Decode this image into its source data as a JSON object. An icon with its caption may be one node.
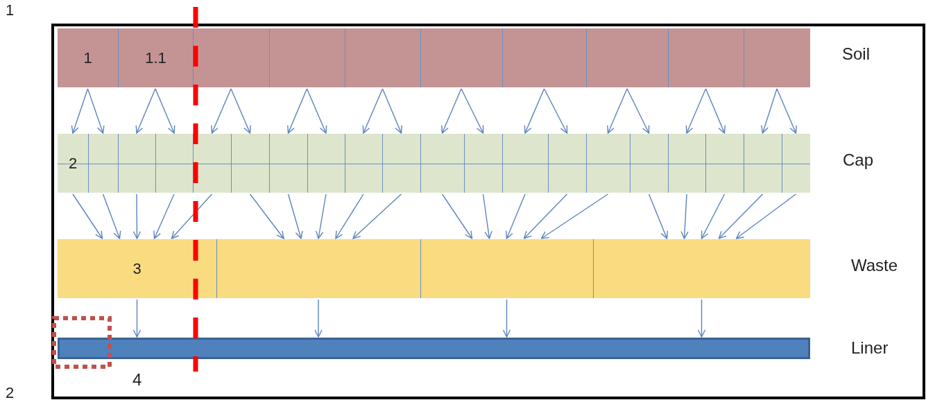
{
  "diagram": {
    "nodes": [
      {
        "text": [],
        "shape": "bar",
        "beside": [
          "Soil"
        ]
      },
      {
        "text": [
          "1"
        ],
        "in": 0
      },
      {
        "text": [
          "1.1"
        ],
        "in": 0
      },
      {
        "text": [],
        "shape": "box",
        "in": 0
      },
      {
        "text": [],
        "shape": "box",
        "in": 0
      },
      {
        "text": [],
        "shape": "box",
        "in": 0
      },
      {
        "text": [],
        "shape": "box",
        "in": 0
      },
      {
        "text": [],
        "shape": "box",
        "in": 0
      },
      {
        "text": [],
        "shape": "box",
        "in": 0
      },
      {
        "text": [],
        "shape": "box",
        "in": 0
      },
      {
        "text": [],
        "shape": "box",
        "in": 0
      },
      {
        "text": [],
        "shape": "bar",
        "beside": [
          "Cap"
        ]
      },
      {
        "text": [
          "2"
        ],
        "in": 11
      },
      {
        "text": [],
        "shape": "box",
        "in": 11
      },
      {
        "text": [],
        "shape": "box",
        "in": 11
      },
      {
        "text": [],
        "shape": "box",
        "in": 11
      },
      {
        "text": [],
        "shape": "box",
        "in": 11
      },
      {
        "text": [],
        "shape": "box",
        "in": 11
      },
      {
        "text": [],
        "shape": "box",
        "in": 11
      },
      {
        "text": [],
        "shape": "box",
        "in": 11
      },
      {
        "text": [],
        "shape": "box",
        "in": 11
      },
      {
        "text": [],
        "shape": "box",
        "in": 11
      },
      {
        "text": [],
        "shape": "box",
        "in": 11
      },
      {
        "text": [],
        "shape": "box",
        "in": 11
      },
      {
        "text": [],
        "shape": "box",
        "in": 11
      },
      {
        "text": [],
        "shape": "box",
        "in": 11
      },
      {
        "text": [],
        "shape": "box",
        "in": 11
      },
      {
        "text": [],
        "shape": "box",
        "in": 11
      },
      {
        "text": [],
        "shape": "box",
        "in": 11
      },
      {
        "text": [],
        "shape": "box",
        "in": 11
      },
      {
        "text": [],
        "shape": "box",
        "in": 11
      },
      {
        "text": [],
        "shape": "box",
        "in": 11
      },
      {
        "text": [],
        "shape": "bar",
        "beside": [
          "Waste"
        ]
      },
      {
        "text": [
          "3"
        ],
        "in": 32
      },
      {
        "text": [],
        "shape": "box",
        "in": 32
      },
      {
        "text": [],
        "shape": "box",
        "in": 32
      },
      {
        "text": [],
        "shape": "box",
        "in": 32
      },
      {
        "text": [],
        "shape": "bar",
        "beside": [
          "Liner",
          "4"
        ]
      }
    ],
    "edges": [
      {
        "from": 1,
        "to": 12,
        "arrow": "to"
      },
      {
        "from": 1,
        "to": 13,
        "arrow": "to"
      },
      {
        "from": 2,
        "to": 14,
        "arrow": "to"
      },
      {
        "from": 2,
        "to": 15,
        "arrow": "to"
      },
      {
        "from": 3,
        "to": 16,
        "arrow": "to"
      },
      {
        "from": 3,
        "to": 17,
        "arrow": "to"
      },
      {
        "from": 4,
        "to": 18,
        "arrow": "to"
      },
      {
        "from": 4,
        "to": 19,
        "arrow": "to"
      },
      {
        "from": 5,
        "to": 20,
        "arrow": "to"
      },
      {
        "from": 5,
        "to": 21,
        "arrow": "to"
      },
      {
        "from": 6,
        "to": 22,
        "arrow": "to"
      },
      {
        "from": 6,
        "to": 23,
        "arrow": "to"
      },
      {
        "from": 7,
        "to": 24,
        "arrow": "to"
      },
      {
        "from": 7,
        "to": 25,
        "arrow": "to"
      },
      {
        "from": 8,
        "to": 26,
        "arrow": "to"
      },
      {
        "from": 8,
        "to": 27,
        "arrow": "to"
      },
      {
        "from": 9,
        "to": 28,
        "arrow": "to"
      },
      {
        "from": 9,
        "to": 29,
        "arrow": "to"
      },
      {
        "from": 10,
        "to": 30,
        "arrow": "to"
      },
      {
        "from": 10,
        "to": 31,
        "arrow": "to"
      },
      {
        "from": 12,
        "to": 33,
        "arrow": "to"
      },
      {
        "from": 13,
        "to": 33,
        "arrow": "to"
      },
      {
        "from": 14,
        "to": 33,
        "arrow": "to"
      },
      {
        "from": 15,
        "to": 33,
        "arrow": "to"
      },
      {
        "from": 16,
        "to": 33,
        "arrow": "to"
      },
      {
        "from": 17,
        "to": 34,
        "arrow": "to"
      },
      {
        "from": 18,
        "to": 34,
        "arrow": "to"
      },
      {
        "from": 19,
        "to": 34,
        "arrow": "to"
      },
      {
        "from": 20,
        "to": 34,
        "arrow": "to"
      },
      {
        "from": 21,
        "to": 34,
        "arrow": "to"
      },
      {
        "from": 22,
        "to": 35,
        "arrow": "to"
      },
      {
        "from": 23,
        "to": 35,
        "arrow": "to"
      },
      {
        "from": 24,
        "to": 35,
        "arrow": "to"
      },
      {
        "from": 25,
        "to": 35,
        "arrow": "to"
      },
      {
        "from": 26,
        "to": 35,
        "arrow": "to"
      },
      {
        "from": 27,
        "to": 36,
        "arrow": "to"
      },
      {
        "from": 28,
        "to": 36,
        "arrow": "to"
      },
      {
        "from": 29,
        "to": 36,
        "arrow": "to"
      },
      {
        "from": 30,
        "to": 36,
        "arrow": "to"
      },
      {
        "from": 31,
        "to": 36,
        "arrow": "to"
      },
      {
        "from": 33,
        "to": 37,
        "arrow": "to"
      },
      {
        "from": 34,
        "to": 37,
        "arrow": "to"
      },
      {
        "from": 35,
        "to": 37,
        "arrow": "to"
      },
      {
        "from": 36,
        "to": 37,
        "arrow": "to"
      }
    ],
    "labels": [
      "1",
      "2"
    ]
  }
}
